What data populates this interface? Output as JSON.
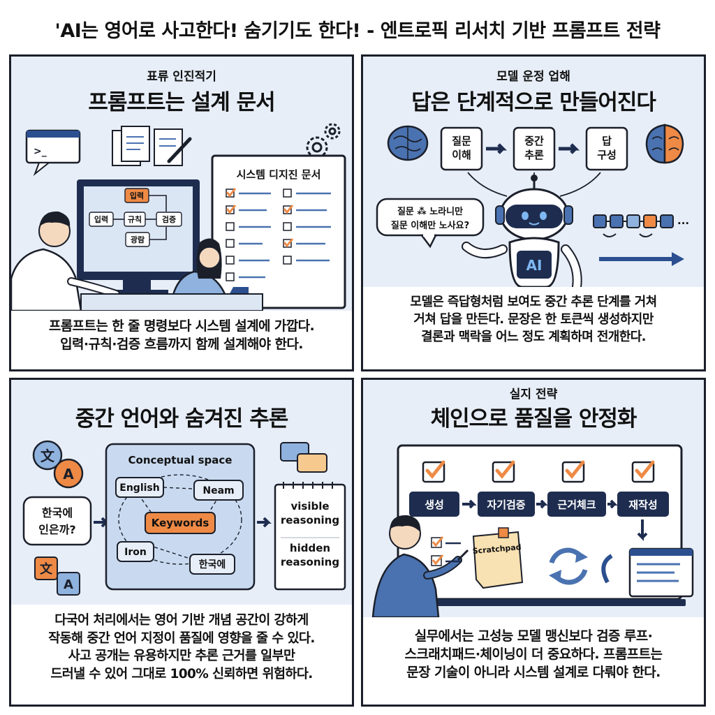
{
  "title": "'AI는 영어로 사고한다! 숨기기도 한다! - 엔트로픽 리서치 기반 프롬프트 전략",
  "panels": [
    {
      "kicker": "표류 인진적기",
      "title": "프롬프트는 설계 문서",
      "doc_heading": "시스템 디지진 문서",
      "flow": {
        "top": "입력",
        "left": "입력",
        "mid": "규칙",
        "right": "검증",
        "bottom": "광람"
      },
      "caption": [
        "프롬프트는 한 줄 명령보다 시스템 설계에 가깝다.",
        "입력·규칙·검증 흐름까지 함께 설계해야 한다."
      ]
    },
    {
      "kicker": "모델 운정 업해",
      "title": "답은 단계적으로 만들어진다",
      "steps": [
        "질문\n이해",
        "중간\n추론",
        "답\n구성"
      ],
      "bubble": [
        "질문 ⁂ 노라니만",
        "질문 이해만 노사요?"
      ],
      "robot_label": "AI",
      "ellipsis": "...",
      "caption": [
        "모델은 즉답형처럼 보여도 중간 추론 단계를 거쳐",
        "거쳐 답을 만든다. 문장은 한 토큰씩 생성하지만",
        "결론과 맥락을 어느 정도 계획하며 전개한다."
      ]
    },
    {
      "title": "중간 언어와 숨겨진 추론",
      "space_title": "Conceptual space",
      "nodes": {
        "english": "English",
        "neam": "Neam",
        "keywords": "Keywords",
        "iron": "Iron",
        "korean": "한국에"
      },
      "question": [
        "한국에",
        "인은까?"
      ],
      "lang_glyphs": {
        "wen": "文",
        "a": "A"
      },
      "notepad": {
        "visible": [
          "visible",
          "reasoning"
        ],
        "hidden": [
          "hidden",
          "reasoning"
        ]
      },
      "caption": [
        "다국어 처리에서는 영어 기반 개념 공간이 강하게",
        "작동해 중간 언어 지정이 품질에 영향을 줄 수 있다.",
        "사고 공개는 유용하지만 추론 근거를 일부만",
        "드러낼 수 있어 그대로 100% 신뢰하면 위험하다."
      ]
    },
    {
      "kicker": "실지 전략",
      "title": "체인으로 품질을 안정화",
      "chain": [
        "생성",
        "자기검증",
        "근거체크",
        "재작성"
      ],
      "scratchpad": "Scratchpad",
      "caption": [
        "실무에서는 고성능 모델 맹신보다 검증 루프·",
        "스크래치패드·체이닝이 더 중요하다. 프롬프트는",
        "문장 기술이 아니라 시스템 설계로 다뤄야 한다."
      ]
    }
  ],
  "colors": {
    "navy": "#1e2d4f",
    "accent": "#ee8a45",
    "blue": "#4a72b0",
    "light": "#e7eef8"
  }
}
